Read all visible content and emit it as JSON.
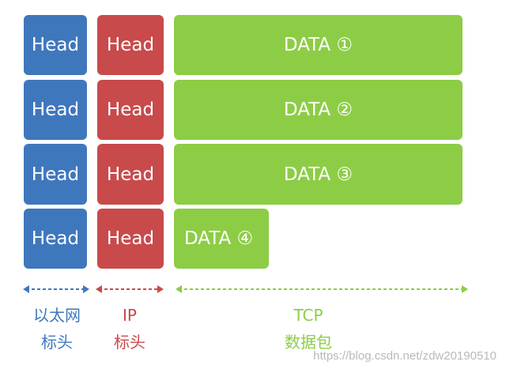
{
  "colors": {
    "ethernet": "#3f77bd",
    "ip": "#c84a4b",
    "tcp": "#8dcd46"
  },
  "rows": [
    {
      "eth_head": "Head",
      "ip_head": "Head",
      "data": "DATA ①"
    },
    {
      "eth_head": "Head",
      "ip_head": "Head",
      "data": "DATA ②"
    },
    {
      "eth_head": "Head",
      "ip_head": "Head",
      "data": "DATA ③"
    },
    {
      "eth_head": "Head",
      "ip_head": "Head",
      "data": "DATA ④"
    }
  ],
  "legend": {
    "ethernet": {
      "line1": "以太网",
      "line2": "标头"
    },
    "ip": {
      "line1": "IP",
      "line2": "标头"
    },
    "tcp": {
      "line1": "TCP",
      "line2": "数据包"
    }
  },
  "watermark": "https://blog.csdn.net/zdw20190510"
}
